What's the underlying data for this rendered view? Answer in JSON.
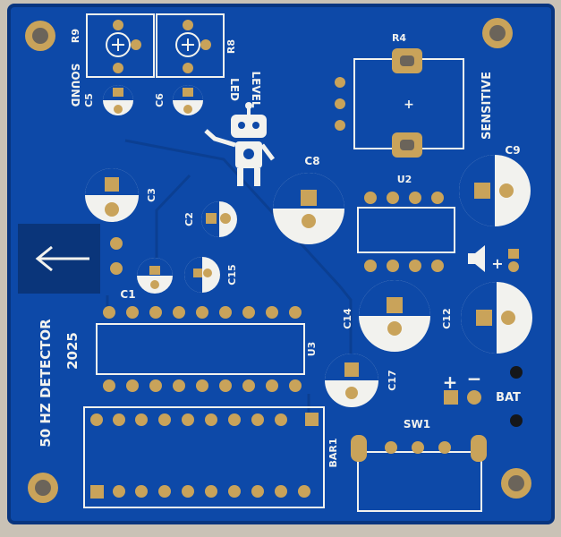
{
  "colors": {
    "background": "#c9c2b6",
    "board": "#0d49a8",
    "board_edge": "#08357f",
    "silkscreen": "#f2f2ee",
    "copper": "#c9a35a",
    "trace": "#0b3f92"
  },
  "board_text": {
    "title": "50 HZ DETECTOR",
    "year": "2025",
    "sound": "SOUND",
    "led_level": [
      "LED",
      "LEVEL"
    ],
    "sensitive": "SENSITIVE",
    "bat": "BAT",
    "plus": "+",
    "minus": "−",
    "pot_plus": "+"
  },
  "labels": {
    "R9": "R9",
    "R8": "R8",
    "R4": "R4",
    "C5": "C5",
    "C6": "C6",
    "C3": "C3",
    "C2": "C2",
    "C1": "C1",
    "C15": "C15",
    "C8": "C8",
    "C9": "C9",
    "C14": "C14",
    "C12": "C12",
    "C17": "C17",
    "U2": "U2",
    "U3": "U3",
    "SW1": "SW1",
    "BAR1": "BAR1"
  },
  "icons": [
    "robot-icon",
    "arrow-left-icon",
    "speaker-icon",
    "mounting-hole-icon"
  ]
}
